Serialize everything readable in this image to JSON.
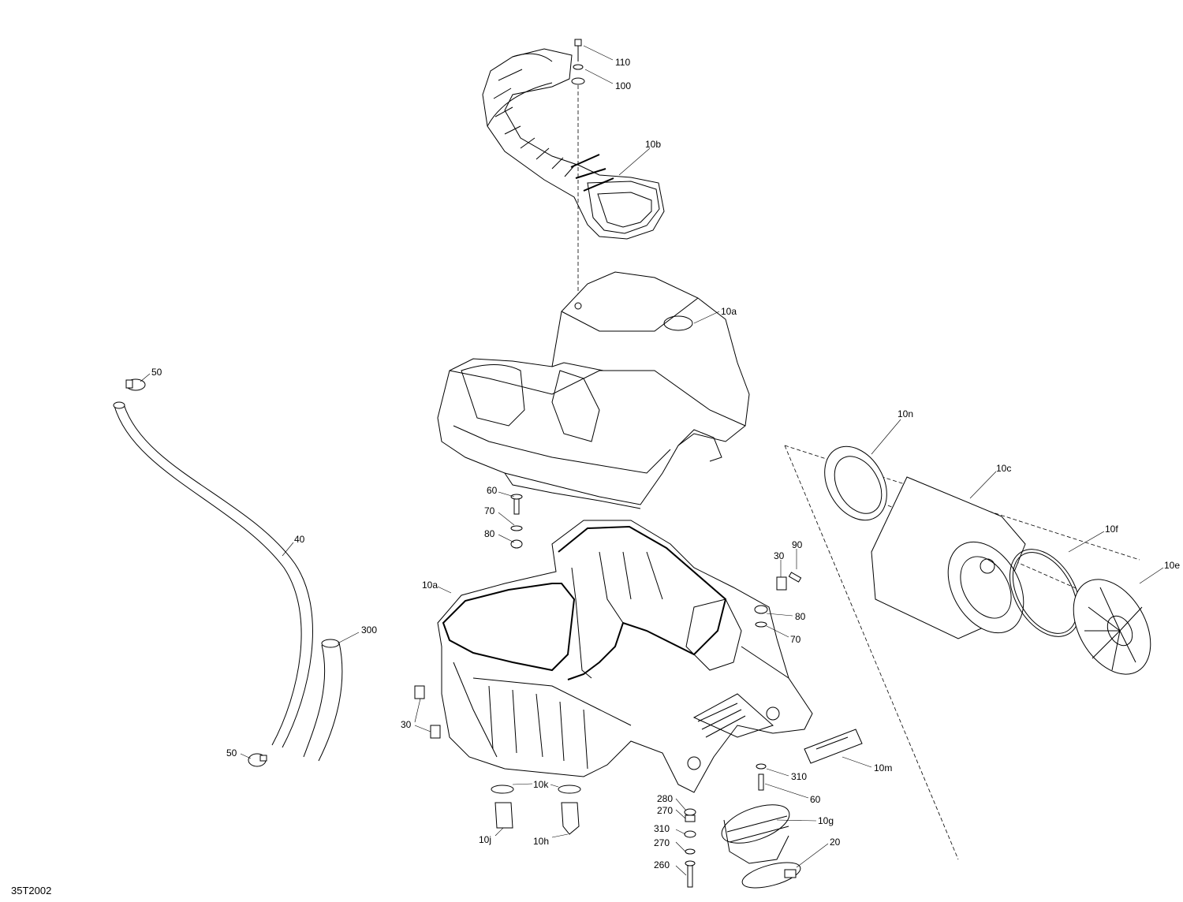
{
  "figure_id": "35T2002",
  "callouts": {
    "c110": "110",
    "c100": "100",
    "c10b": "10b",
    "c10a_top": "10a",
    "c50_top": "50",
    "c10n": "10n",
    "c10c": "10c",
    "c10f": "10f",
    "c10e": "10e",
    "c60_top": "60",
    "c70_top": "70",
    "c80_top": "80",
    "c40": "40",
    "c90": "90",
    "c30_right": "30",
    "c10a_bottom": "10a",
    "c80_right": "80",
    "c300": "300",
    "c70_right": "70",
    "c30_left": "30",
    "c50_bottom": "50",
    "c10k": "10k",
    "c10m": "10m",
    "c310_right": "310",
    "c60_right": "60",
    "c280": "280",
    "c270_a": "270",
    "c10g": "10g",
    "c310_mid": "310",
    "c270_b": "270",
    "c20": "20",
    "c10j": "10j",
    "c10h": "10h",
    "c260": "260"
  }
}
